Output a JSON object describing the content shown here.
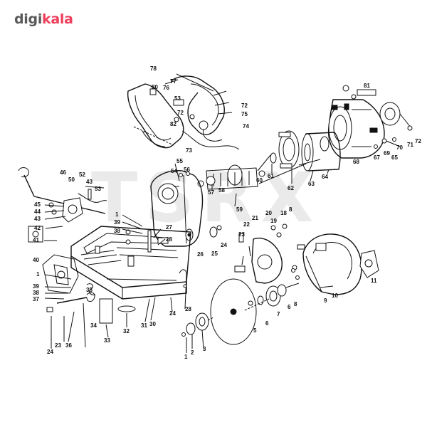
{
  "logo": {
    "part1": "digi",
    "part2": "kala",
    "brand_color": "#ef3e5c",
    "gray_color": "#5a5a5a"
  },
  "watermark": "TSRX",
  "labels": [
    {
      "id": "l78",
      "text": "78"
    },
    {
      "id": "l80",
      "text": "80"
    },
    {
      "id": "l77",
      "text": "77"
    },
    {
      "id": "l76",
      "text": "76"
    },
    {
      "id": "l53",
      "text": "53"
    },
    {
      "id": "l72a",
      "text": "72"
    },
    {
      "id": "l82",
      "text": "82"
    },
    {
      "id": "l73",
      "text": "73"
    },
    {
      "id": "l72b",
      "text": "72"
    },
    {
      "id": "l75",
      "text": "75"
    },
    {
      "id": "l74",
      "text": "74"
    },
    {
      "id": "l81",
      "text": "81"
    },
    {
      "id": "l68",
      "text": "68"
    },
    {
      "id": "l67",
      "text": "67"
    },
    {
      "id": "l69",
      "text": "69"
    },
    {
      "id": "l65",
      "text": "65"
    },
    {
      "id": "l70",
      "text": "70"
    },
    {
      "id": "l71",
      "text": "71"
    },
    {
      "id": "l72c",
      "text": "72"
    },
    {
      "id": "l61",
      "text": "61"
    },
    {
      "id": "l62",
      "text": "62"
    },
    {
      "id": "l63",
      "text": "63"
    },
    {
      "id": "l64",
      "text": "64"
    },
    {
      "id": "l60",
      "text": "60"
    },
    {
      "id": "l58",
      "text": "58"
    },
    {
      "id": "l57",
      "text": "57"
    },
    {
      "id": "l59",
      "text": "59"
    },
    {
      "id": "l55",
      "text": "55"
    },
    {
      "id": "l54",
      "text": "54"
    },
    {
      "id": "l56",
      "text": "56"
    },
    {
      "id": "l46",
      "text": "46"
    },
    {
      "id": "l50",
      "text": "50"
    },
    {
      "id": "l52",
      "text": "52"
    },
    {
      "id": "l43",
      "text": "43"
    },
    {
      "id": "l53b",
      "text": "53"
    },
    {
      "id": "l45",
      "text": "45"
    },
    {
      "id": "l44",
      "text": "44"
    },
    {
      "id": "l43b",
      "text": "43"
    },
    {
      "id": "l42",
      "text": "42"
    },
    {
      "id": "l41",
      "text": "41"
    },
    {
      "id": "l40",
      "text": "40"
    },
    {
      "id": "l1a",
      "text": "1"
    },
    {
      "id": "l39a",
      "text": "39"
    },
    {
      "id": "l38a",
      "text": "38"
    },
    {
      "id": "l27",
      "text": "27"
    },
    {
      "id": "l28a",
      "text": "28"
    },
    {
      "id": "l26",
      "text": "26"
    },
    {
      "id": "l25",
      "text": "25"
    },
    {
      "id": "l24a",
      "text": "24"
    },
    {
      "id": "l23a",
      "text": "23"
    },
    {
      "id": "l22",
      "text": "22"
    },
    {
      "id": "l21",
      "text": "21"
    },
    {
      "id": "l20",
      "text": "20"
    },
    {
      "id": "l19",
      "text": "19"
    },
    {
      "id": "l18",
      "text": "18"
    },
    {
      "id": "l8a",
      "text": "8"
    },
    {
      "id": "l11",
      "text": "11"
    },
    {
      "id": "l1b",
      "text": "1"
    },
    {
      "id": "l39b",
      "text": "39"
    },
    {
      "id": "l38b",
      "text": "38"
    },
    {
      "id": "l37",
      "text": "37"
    },
    {
      "id": "l35",
      "text": "35"
    },
    {
      "id": "l34",
      "text": "34"
    },
    {
      "id": "l33",
      "text": "33"
    },
    {
      "id": "l32",
      "text": "32"
    },
    {
      "id": "l31",
      "text": "31"
    },
    {
      "id": "l30",
      "text": "30"
    },
    {
      "id": "l28b",
      "text": "28"
    },
    {
      "id": "l24b",
      "text": "24"
    },
    {
      "id": "l23b",
      "text": "23"
    },
    {
      "id": "l36",
      "text": "36"
    },
    {
      "id": "l24c",
      "text": "24"
    },
    {
      "id": "l1c",
      "text": "1"
    },
    {
      "id": "l2",
      "text": "2"
    },
    {
      "id": "l3",
      "text": "3"
    },
    {
      "id": "l5",
      "text": "5"
    },
    {
      "id": "l6a",
      "text": "6"
    },
    {
      "id": "l7",
      "text": "7"
    },
    {
      "id": "l6b",
      "text": "6"
    },
    {
      "id": "l8b",
      "text": "8"
    },
    {
      "id": "l9",
      "text": "9"
    },
    {
      "id": "l10",
      "text": "10"
    }
  ]
}
